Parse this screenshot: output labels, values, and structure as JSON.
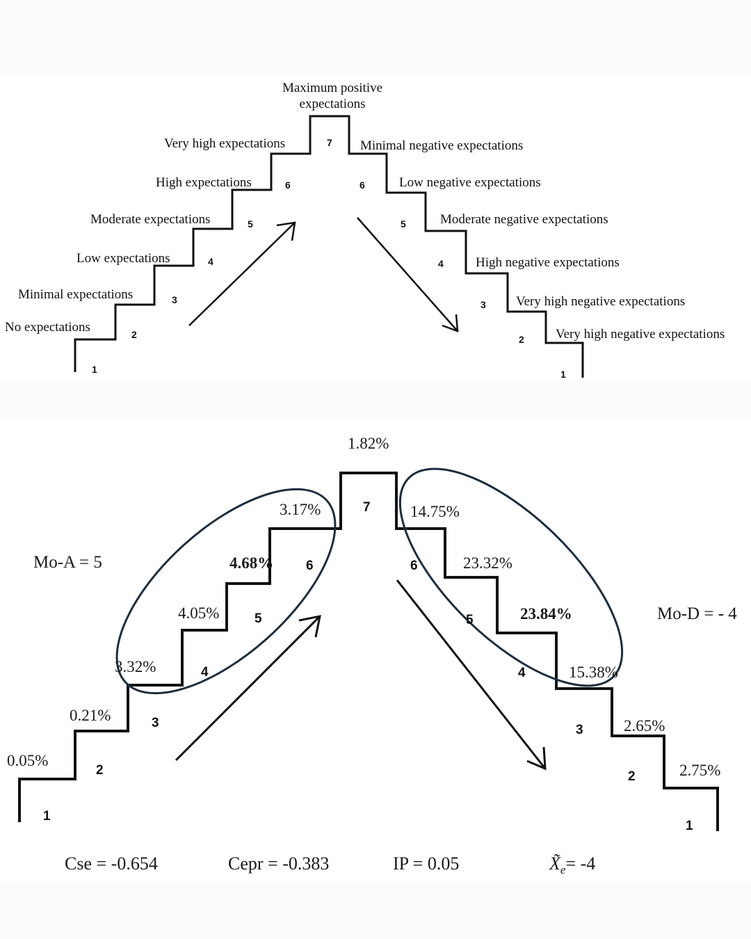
{
  "top_diagram": {
    "peak_label": "Maximum positive\nexpectations",
    "peak_label_lines": [
      "Maximum positive",
      "expectations"
    ],
    "ascending_labels": [
      {
        "step": "1",
        "label": "No expectations"
      },
      {
        "step": "2",
        "label": "Minimal expectations"
      },
      {
        "step": "3",
        "label": "Low expectations"
      },
      {
        "step": "4",
        "label": "Moderate expectations"
      },
      {
        "step": "5",
        "label": "High expectations"
      },
      {
        "step": "6",
        "label": "Very high expectations"
      },
      {
        "step": "7",
        "label": ""
      }
    ],
    "descending_labels": [
      {
        "step": "6",
        "label": "Minimal negative expectations"
      },
      {
        "step": "5",
        "label": "Low negative expectations"
      },
      {
        "step": "4",
        "label": "Moderate negative expectations"
      },
      {
        "step": "3",
        "label": "High negative expectations"
      },
      {
        "step": "2",
        "label": "Very high negative expectations"
      },
      {
        "step": "1",
        "label": "Very high negative expectations"
      }
    ],
    "step_numbers_left": [
      "1",
      "2",
      "3",
      "4",
      "5",
      "6"
    ],
    "step_numbers_right": [
      "6",
      "5",
      "4",
      "3",
      "2",
      "1"
    ],
    "peak_number": "7"
  },
  "bottom_diagram": {
    "peak_value": "1.82%",
    "peak_number": "7",
    "ascending_values": [
      {
        "step": "1",
        "value": "0.05%",
        "bold": false
      },
      {
        "step": "2",
        "value": "0.21%",
        "bold": false
      },
      {
        "step": "3",
        "value": "3.32%",
        "bold": false
      },
      {
        "step": "4",
        "value": "4.05%",
        "bold": false
      },
      {
        "step": "5",
        "value": "4.68%",
        "bold": true
      },
      {
        "step": "6",
        "value": "3.17%",
        "bold": false
      }
    ],
    "descending_values": [
      {
        "step": "6",
        "value": "14.75%",
        "bold": false
      },
      {
        "step": "5",
        "value": "23.32%",
        "bold": false
      },
      {
        "step": "4",
        "value": "23.84%",
        "bold": true
      },
      {
        "step": "3",
        "value": "15.38%",
        "bold": false
      },
      {
        "step": "2",
        "value": "2.65%",
        "bold": false
      },
      {
        "step": "1",
        "value": "2.75%",
        "bold": false
      }
    ],
    "step_numbers_left": [
      "1",
      "2",
      "3",
      "4",
      "5",
      "6"
    ],
    "step_numbers_right": [
      "6",
      "5",
      "4",
      "3",
      "2",
      "1"
    ],
    "mode_ascending": "Mo-A = 5",
    "mode_descending": "Mo-D = - 4",
    "ellipse_color": "#1c2e3f",
    "stats": {
      "cse": "Cse = -0.654",
      "cepr": "Cepr = -0.383",
      "ip": "IP = 0.05",
      "median_symbol": "X̃",
      "median_subscript": "e",
      "median_value": "= -4"
    }
  }
}
